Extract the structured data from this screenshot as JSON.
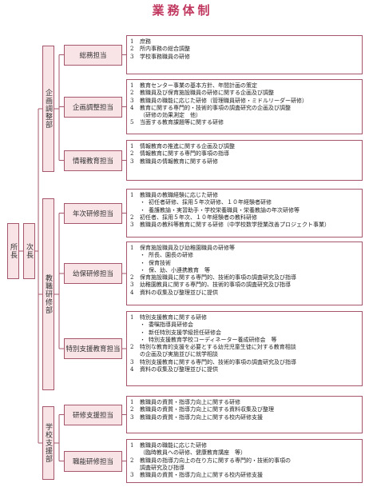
{
  "title": "業務体制",
  "org": {
    "president": "所長",
    "vice_president": "次長",
    "divisions": [
      {
        "name": "企画調整部",
        "units": [
          {
            "name": "総務担当",
            "duties": [
              {
                "n": "1",
                "t": "庶務"
              },
              {
                "n": "2",
                "t": "所内事務の総合調整"
              },
              {
                "n": "3",
                "t": "学校事務職員の研修"
              }
            ]
          },
          {
            "name": "企画調整担当",
            "duties": [
              {
                "n": "1",
                "t": "教育センター事業の基本方針、年間計画の策定"
              },
              {
                "n": "2",
                "t": "教職員及び保育施設職員の研修に関する企画及び調整"
              },
              {
                "n": "3",
                "t": "教職員の職能に応じた研修（管理職員研修・ミドルリーダー研修）"
              },
              {
                "n": "4",
                "t": "教育に関する専門的・技術的事項の調査研究の企画及び調整"
              },
              {
                "n": "",
                "t": "（研修の効果測定　他）"
              },
              {
                "n": "5",
                "t": "当面する教育課題等に関する研修"
              }
            ]
          },
          {
            "name": "情報教育担当",
            "duties": [
              {
                "n": "1",
                "t": "情報教育の推進に関する企画及び調整"
              },
              {
                "n": "2",
                "t": "情報教育に関する専門的事項の指導"
              },
              {
                "n": "3",
                "t": "教職員の情報教育に関する研修"
              }
            ]
          }
        ]
      },
      {
        "name": "教職研修部",
        "units": [
          {
            "name": "年次研修担当",
            "duties": [
              {
                "n": "1",
                "t": "教職員の教職経験に応じた研修"
              },
              {
                "n": "・",
                "t": "初任者研修、採用５年次研修、１０年経験者研修",
                "sub": true
              },
              {
                "n": "・",
                "t": "養護教諭・実習助手・学校栄養職員・栄養教諭の年次研修等",
                "sub": true
              },
              {
                "n": "2",
                "t": "初任者、採用５年次、１０年経験者の教科研修"
              },
              {
                "n": "3",
                "t": "教職員の教科等教育に関する研修（中学校数学授業改善プロジェクト事業）"
              }
            ]
          },
          {
            "name": "幼保研修担当",
            "duties": [
              {
                "n": "1",
                "t": "保育施設職員及び幼稚園職員の研修等"
              },
              {
                "n": "・",
                "t": "所長、園長の研修",
                "sub": true
              },
              {
                "n": "・",
                "t": "保育技術",
                "sub": true
              },
              {
                "n": "・",
                "t": "保、幼、小連携教育　等",
                "sub": true
              },
              {
                "n": "2",
                "t": "保育施設職員に関する専門的、技術的事項の調査研究及び指導"
              },
              {
                "n": "3",
                "t": "幼稚園教員に関する専門的、技術的事項の調査研究及び指導"
              },
              {
                "n": "4",
                "t": "資料の収集及び整理並びに提供"
              }
            ]
          },
          {
            "name": "特別支援教育担当",
            "duties": [
              {
                "n": "1",
                "t": "特別支援教育に関する研修"
              },
              {
                "n": "・",
                "t": "委嘱指導員研修会",
                "sub": true
              },
              {
                "n": "・",
                "t": "新任特別支援学級担任研修会",
                "sub": true
              },
              {
                "n": "・",
                "t": "特別支援教育学校コーディネーター養成研修会　等",
                "sub": true
              },
              {
                "n": "2",
                "t": "特別な教育的支援を必要とする幼児児童生徒に対する教育相談"
              },
              {
                "n": "",
                "t": "の企画及び実施並びに就学相談"
              },
              {
                "n": "3",
                "t": "特別支援教育に関する専門的、技術的事項の調査研究及び指導"
              },
              {
                "n": "4",
                "t": "資料の収集及び整理並びに提供"
              }
            ]
          }
        ]
      },
      {
        "name": "学校支援部",
        "units": [
          {
            "name": "研修支援担当",
            "duties": [
              {
                "n": "1",
                "t": "教職員の資質・指導力向上に関する研修"
              },
              {
                "n": "2",
                "t": "教職員の資質・指導力向上に関する資料収集及び整理"
              },
              {
                "n": "3",
                "t": "教職員の資質・指導力向上に関する校内研修支援"
              }
            ]
          },
          {
            "name": "職能研修担当",
            "duties": [
              {
                "n": "1",
                "t": "教職員の職能に応じた研修"
              },
              {
                "n": "",
                "t": "（臨時教員への研修、健康教育講座　等）"
              },
              {
                "n": "2",
                "t": "教職員の指導力向上の在り方に関する専門的・技術的事項の"
              },
              {
                "n": "",
                "t": "調査研究及び指導"
              },
              {
                "n": "3",
                "t": "教職員の資質・指導力向上に関する校内研修支援"
              }
            ]
          }
        ]
      }
    ]
  }
}
